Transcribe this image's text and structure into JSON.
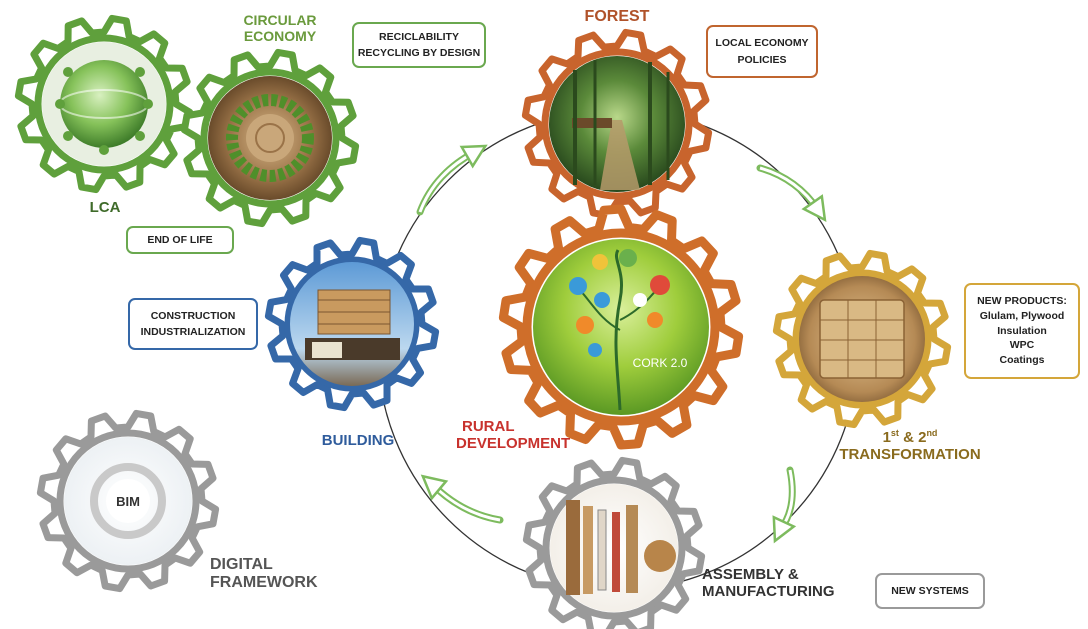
{
  "colors": {
    "green": "#5fa03c",
    "brown": "#c8642d",
    "blue": "#3568a8",
    "gold": "#d4a63a",
    "grey": "#9a9a9a",
    "center_orange": "#cf6e2a",
    "arrow_green": "#7dbb5e"
  },
  "nodes": {
    "lca": {
      "label": "LCA"
    },
    "circular_economy": {
      "label_line1": "CIRCULAR",
      "label_line2": "ECONOMY"
    },
    "forest": {
      "label": "FOREST"
    },
    "transformation": {
      "label_line1_pre": "1",
      "label_line1_sup1": "st",
      "label_line1_mid": " & 2",
      "label_line1_sup2": "nd",
      "label_line2": "TRANSFORMATION"
    },
    "assembly": {
      "label_line1": "ASSEMBLY &",
      "label_line2": "MANUFACTURING"
    },
    "building": {
      "label": "BUILDING"
    },
    "digital_framework": {
      "label_line1": "DIGITAL",
      "label_line2": "FRAMEWORK"
    },
    "rural_development": {
      "label_line1": "RURAL",
      "label_line2": "DEVELOPMENT"
    }
  },
  "callouts": {
    "reciclability": [
      "RECICLABILITY",
      "RECYCLING BY DESIGN"
    ],
    "local_economy": [
      "LOCAL ECONOMY",
      "POLICIES"
    ],
    "end_of_life": [
      "END OF LIFE"
    ],
    "construction": [
      "CONSTRUCTION",
      "INDUSTRIALIZATION"
    ],
    "new_products": [
      "NEW PRODUCTS:",
      "Glulam, Plywood",
      "Insulation",
      "WPC",
      "Coatings"
    ],
    "new_systems": [
      "NEW SYSTEMS"
    ]
  },
  "images": {
    "bim_text": "BIM",
    "cork_text": "CORK 2.0"
  }
}
